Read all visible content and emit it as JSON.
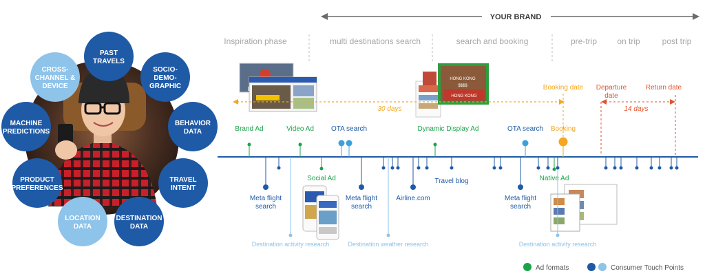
{
  "brand": "YOUR BRAND",
  "phases": [
    "Inspiration phase",
    "multi destinations search",
    "search and booking",
    "pre-trip",
    "on trip",
    "post trip"
  ],
  "circle_items": {
    "past_travels": "PAST\nTRAVELS",
    "socio": "SOCIO-\nDEMO-\nGRAPHIC",
    "behavior": "BEHAVIOR\nDATA",
    "travel_intent": "TRAVEL\nINTENT",
    "destination": "DESTINATION\nDATA",
    "location": "LOCATION\nDATA",
    "product": "PRODUCT\nPREFERENCES",
    "machine": "MACHINE\nPREDICTIONS",
    "cross": "CROSS-\nCHANNEL &\nDEVICE"
  },
  "ad_formats": {
    "brand_ad": "Brand Ad",
    "video_ad": "Video Ad",
    "social_ad": "Social Ad",
    "dynamic_display_ad": "Dynamic  Display Ad",
    "native_ad": "Native Ad"
  },
  "touch_points": {
    "ota_search_1": "OTA search",
    "ota_search_2": "OTA search",
    "booking": "Booking",
    "meta_flight_1": "Meta flight\nsearch",
    "meta_flight_2": "Meta flight\nsearch",
    "meta_flight_3": "Meta flight\nsearch",
    "airline": "Airline.com",
    "travel_blog": "Travel blog",
    "dest_activity_1": "Destination activity research",
    "dest_weather": "Destination weather research",
    "dest_activity_2": "Destination activity research"
  },
  "dates": {
    "booking_date": "Booking date",
    "departure_date": "Departure\ndate",
    "return_date": "Return date",
    "thirty_days": "30 days",
    "fourteen_days": "14 days"
  },
  "thumbs": {
    "hong_kong_1": "HONG KONG",
    "hong_kong_2": "HONG KONG",
    "price": "$$$$"
  },
  "legend": {
    "ad_formats": "Ad formats",
    "consumer_touch_points": "Consumer Touch Points"
  },
  "colors": {
    "dark_blue": "#1f5aa6",
    "light_blue": "#8ec3ea",
    "green": "#1aa34a",
    "orange": "#f5a623",
    "red_orange": "#e2532b",
    "phase_gray": "#a7a7a7"
  }
}
